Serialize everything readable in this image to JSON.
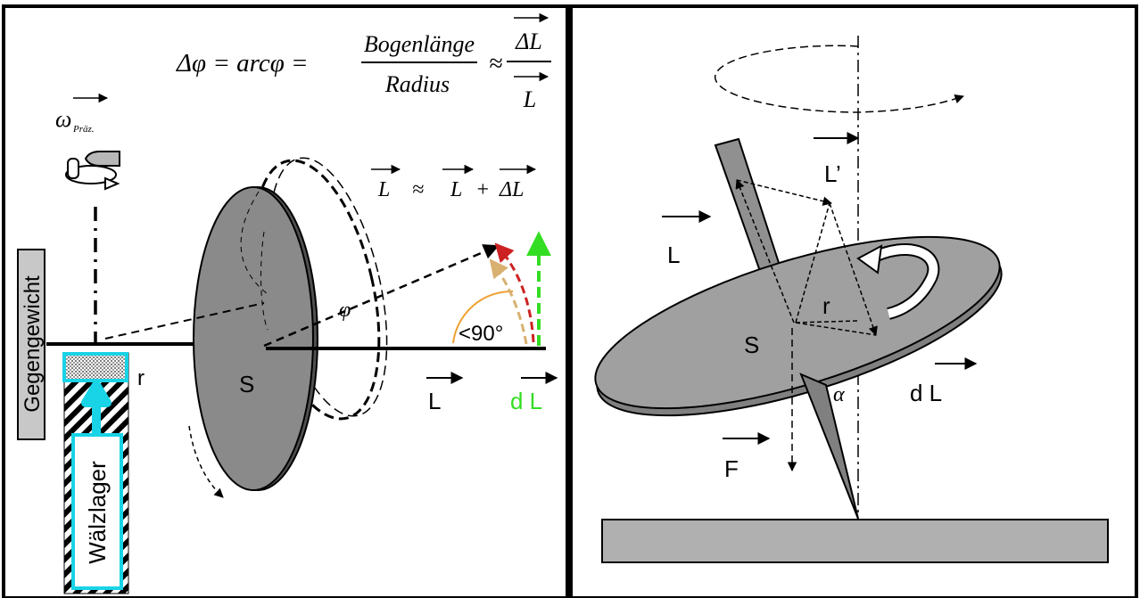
{
  "left_panel": {
    "formula": {
      "lhs": "Δφ = arcφ =",
      "numerator": "Bogenlänge",
      "denominator": "Radius",
      "approx": "≈",
      "frac2_numerator": "ΔL",
      "frac2_denominator": "L"
    },
    "omega": {
      "symbol": "ω",
      "subscript": "Präz."
    },
    "l_sum": {
      "l1": "L",
      "approx": "≈",
      "l2": "L",
      "plus": "+",
      "dl": "ΔL"
    },
    "counterweight_label": "Gegengewicht",
    "bearing_label": "Wälzlager",
    "r_label": "r",
    "s_label": "S",
    "phi_label": "φ",
    "angle_label": "<90°",
    "l_label": "L",
    "dl_label": "d L"
  },
  "right_panel": {
    "l_prime_label": "L’",
    "l_label": "L",
    "s_label": "S",
    "r_label": "r",
    "dl_label": "d L",
    "alpha_label": "α",
    "f_label": "F"
  },
  "colors": {
    "disk_fill": "#808080",
    "base_fill": "#b0b0b0",
    "bearing_border": "#19d3e6",
    "dl_green": "#33dd22",
    "arc_red": "#cc2222",
    "arc_tan": "#d8b070",
    "angle_orange": "#f0a030",
    "counterweight_fill": "#c8c8c8"
  }
}
